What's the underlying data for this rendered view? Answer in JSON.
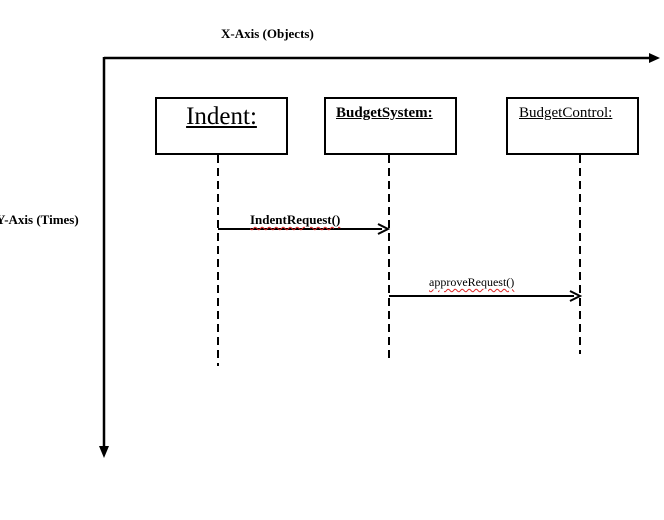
{
  "axes": {
    "x_label": "X-Axis (Objects)",
    "y_label": "Y-Axis (Times)"
  },
  "objects": [
    {
      "name": "Indent:"
    },
    {
      "name": "BudgetSystem:"
    },
    {
      "name": "BudgetControl:"
    }
  ],
  "messages": [
    {
      "label": "IndentRequest()",
      "from": "Indent:",
      "to": "BudgetSystem:"
    },
    {
      "label": "approveRequest()",
      "from": "BudgetSystem:",
      "to": "BudgetControl:"
    }
  ]
}
